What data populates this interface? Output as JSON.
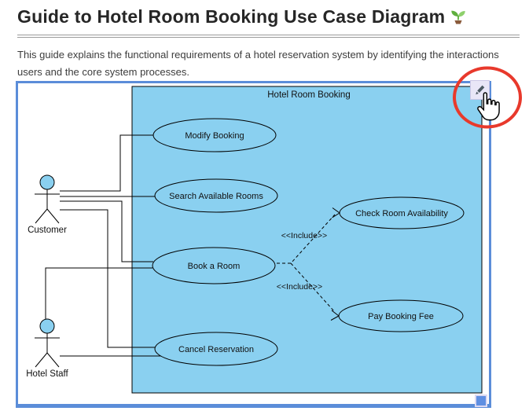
{
  "page": {
    "title": "Guide to Hotel Room Booking Use Case Diagram",
    "title_icon": "seedling",
    "intro_line1": "This guide explains the functional requirements of a hotel reservation system by identifying the interactions",
    "intro_line2": "users and the core system processes."
  },
  "diagram": {
    "system_label": "Hotel Room Booking",
    "actors": [
      {
        "label": "Customer"
      },
      {
        "label": "Hotel Staff"
      }
    ],
    "use_cases": [
      {
        "label": "Modify Booking"
      },
      {
        "label": "Search Available Rooms"
      },
      {
        "label": "Book a Room"
      },
      {
        "label": "Cancel Reservation"
      },
      {
        "label": "Check Room Availability"
      },
      {
        "label": "Pay Booking Fee"
      }
    ],
    "associations": [
      {
        "from": "Customer",
        "to": "Modify Booking"
      },
      {
        "from": "Customer",
        "to": "Search Available Rooms"
      },
      {
        "from": "Customer",
        "to": "Book a Room"
      },
      {
        "from": "Customer",
        "to": "Cancel Reservation"
      },
      {
        "from": "Hotel Staff",
        "to": "Book a Room"
      },
      {
        "from": "Hotel Staff",
        "to": "Cancel Reservation"
      }
    ],
    "includes": [
      {
        "from": "Book a Room",
        "to": "Check Room Availability",
        "label": "<<Include>>"
      },
      {
        "from": "Book a Room",
        "to": "Pay Booking Fee",
        "label": "<<Include>>"
      }
    ],
    "colors": {
      "shape_fill": "#8ad0f0",
      "widget_border": "#5b8dd9",
      "annotation_red": "#e8392c",
      "edit_button_bg": "#e9e6f7",
      "resize_handle": "#5f8fe2"
    }
  }
}
